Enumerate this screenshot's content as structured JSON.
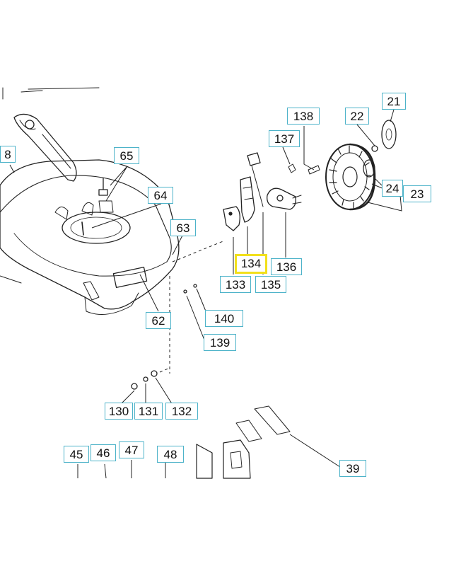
{
  "colors": {
    "callout_border": "#4db3c9",
    "highlight_border": "#f2e01c",
    "line": "#222222"
  },
  "highlighted_part": "134",
  "callouts": {
    "c8": "8",
    "c21": "21",
    "c22": "22",
    "c23": "23",
    "c24": "24",
    "c39": "39",
    "c45": "45",
    "c46": "46",
    "c47": "47",
    "c48": "48",
    "c62": "62",
    "c63": "63",
    "c64": "64",
    "c65": "65",
    "c130": "130",
    "c131": "131",
    "c132": "132",
    "c133": "133",
    "c134": "134",
    "c135": "135",
    "c136": "136",
    "c137": "137",
    "c138": "138",
    "c139": "139",
    "c140": "140"
  }
}
